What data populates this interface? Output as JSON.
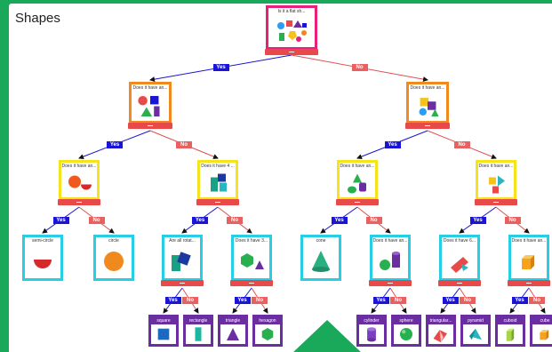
{
  "title": "Shapes",
  "colors": {
    "root": "#e8207a",
    "q2": "#f08a1e",
    "q3": "#f5e31c",
    "obj": "#28cde6",
    "q4": "#28cde6",
    "leaf": "#6a2ea0",
    "yes_line": "#1a14d8",
    "no_line": "#e05050"
  },
  "branch_labels": {
    "yes": "Yes",
    "no": "No"
  },
  "root": {
    "label": "Is it a flat sh...",
    "icon": "shapes-collage-icon"
  },
  "level2": [
    {
      "label": "Does it have an...",
      "icon": "flat-shapes-icon"
    },
    {
      "label": "Does it have an...",
      "icon": "solid-shapes-icon"
    }
  ],
  "level3": [
    {
      "label": "Does it have an...",
      "icon": "curved-flat-shapes-icon"
    },
    {
      "label": "Does it have 4 ...",
      "icon": "four-sided-shapes-icon"
    },
    {
      "label": "Does it have an...",
      "icon": "curved-solids-icon"
    },
    {
      "label": "Does it have an...",
      "icon": "flat-faced-solids-icon"
    }
  ],
  "level4": [
    {
      "label": "semi-circle",
      "icon": "semicircle-icon"
    },
    {
      "label": "circle",
      "icon": "circle-icon"
    },
    {
      "label": "Are all rotat...",
      "icon": "square-rectangle-icon"
    },
    {
      "label": "Does it have 3...",
      "icon": "triangle-hexagon-icon"
    },
    {
      "label": "cone",
      "icon": "cone-icon"
    },
    {
      "label": "Does it have an...",
      "icon": "cylinder-sphere-icon"
    },
    {
      "label": "Does it have 6...",
      "icon": "prism-icon"
    },
    {
      "label": "Does it have an...",
      "icon": "cube-icon"
    }
  ],
  "leaves": [
    {
      "label": "square",
      "icon": "square-icon"
    },
    {
      "label": "rectangle",
      "icon": "rectangle-icon"
    },
    {
      "label": "triangle",
      "icon": "triangle-icon"
    },
    {
      "label": "hexagon",
      "icon": "hexagon-icon"
    },
    {
      "label": "cylinder",
      "icon": "cylinder-icon"
    },
    {
      "label": "sphere",
      "icon": "sphere-icon"
    },
    {
      "label": "triangular...",
      "icon": "triangular-prism-icon"
    },
    {
      "label": "pyramid",
      "icon": "pyramid-icon"
    },
    {
      "label": "cuboid",
      "icon": "cuboid-icon"
    },
    {
      "label": "cube",
      "icon": "cube-icon"
    }
  ]
}
